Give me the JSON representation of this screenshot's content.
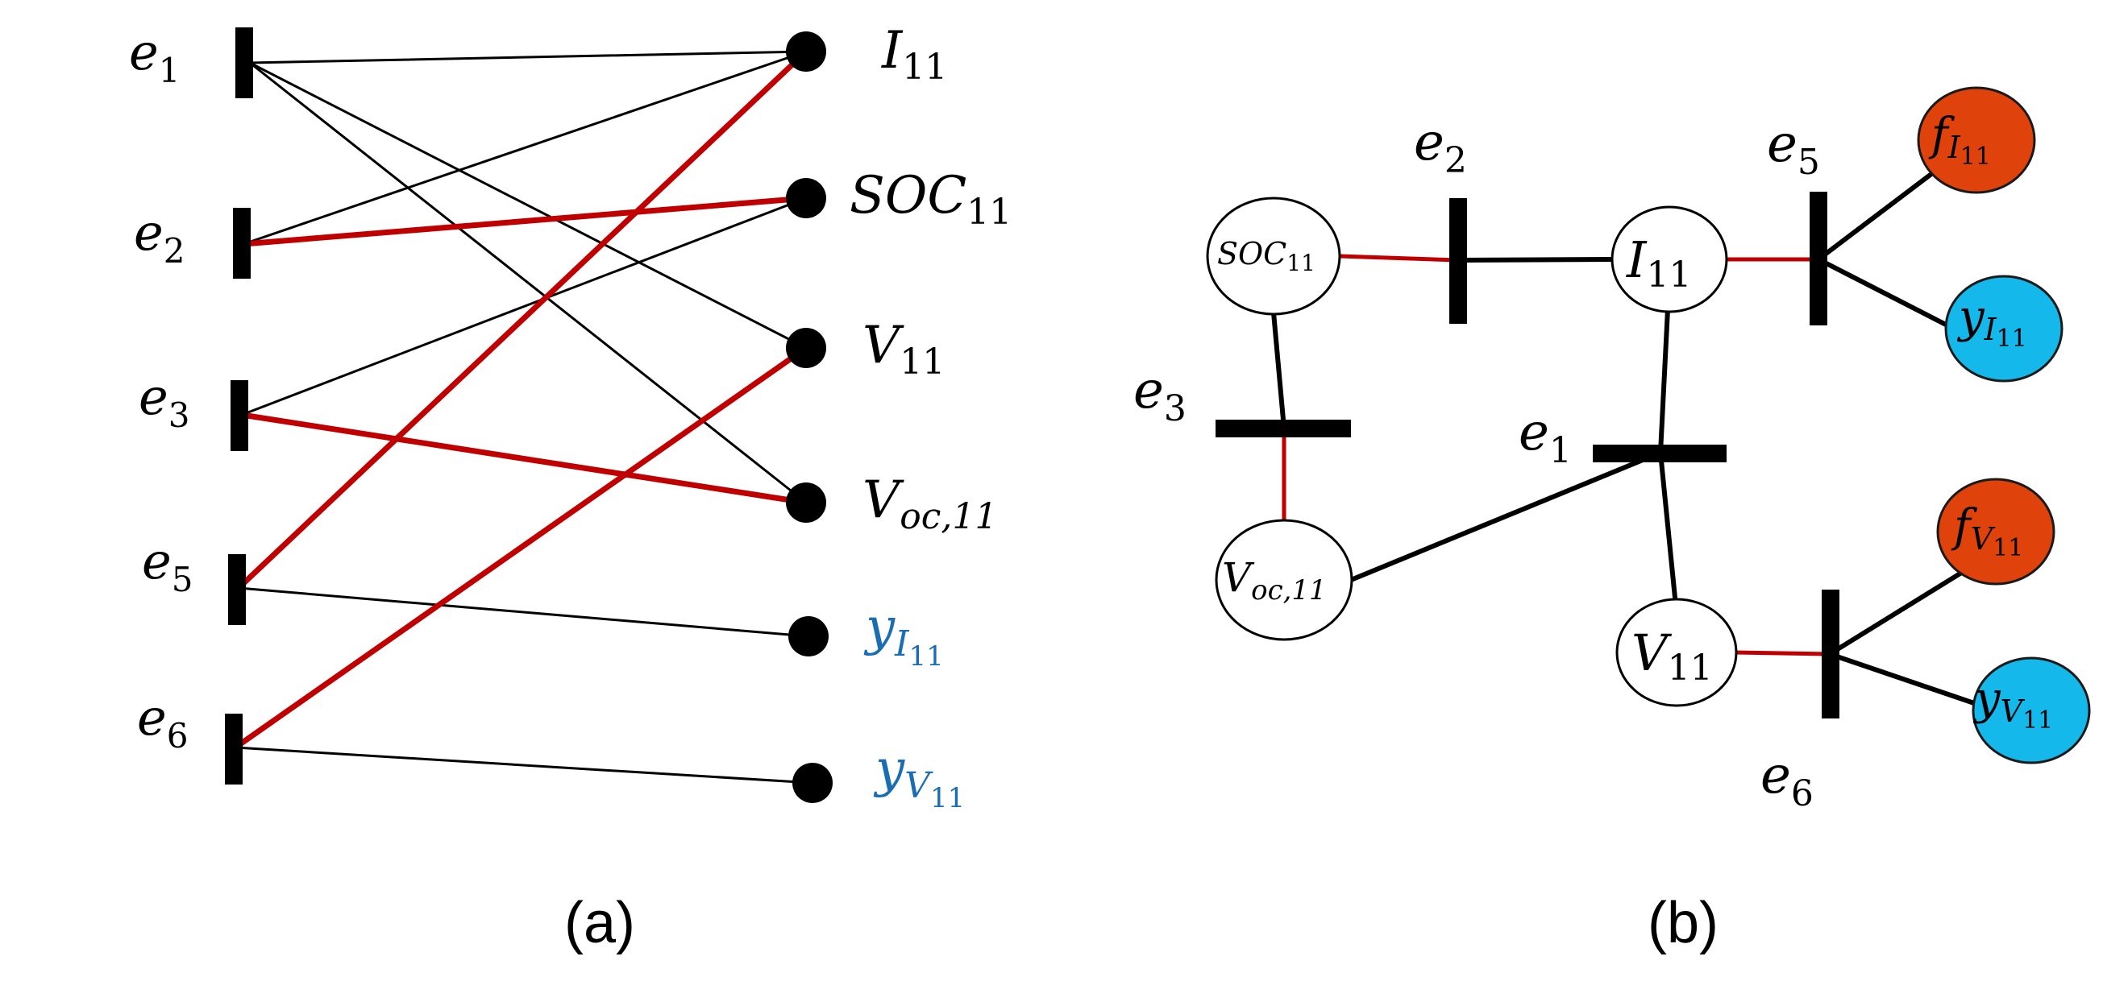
{
  "colors": {
    "black": "#000000",
    "red": "#c00000",
    "blue": "#1a6db3",
    "orange": "#e0420c",
    "cyan": "#14b8ea"
  },
  "captions": {
    "a": "(a)",
    "b": "(b)"
  },
  "left": {
    "equations": [
      {
        "id": "e1",
        "base": "e",
        "sub": "1"
      },
      {
        "id": "e2",
        "base": "e",
        "sub": "2"
      },
      {
        "id": "e3",
        "base": "e",
        "sub": "3"
      },
      {
        "id": "e5",
        "base": "e",
        "sub": "5"
      },
      {
        "id": "e6",
        "base": "e",
        "sub": "6"
      }
    ],
    "variables": [
      {
        "id": "I11",
        "base": "I",
        "sub": "11",
        "kind": "unknown"
      },
      {
        "id": "SOC11",
        "base": "SOC",
        "sub": "11",
        "kind": "unknown"
      },
      {
        "id": "V11",
        "base": "V",
        "sub": "11",
        "kind": "unknown"
      },
      {
        "id": "Voc11",
        "base": "V",
        "sub": "oc,11",
        "kind": "unknown"
      },
      {
        "id": "yI11",
        "base": "y",
        "sub": "I",
        "subsub": "11",
        "kind": "measured"
      },
      {
        "id": "yV11",
        "base": "y",
        "sub": "V",
        "subsub": "11",
        "kind": "measured"
      }
    ],
    "edges": [
      {
        "from": "e1",
        "to": "I11",
        "matched": false
      },
      {
        "from": "e1",
        "to": "V11",
        "matched": false
      },
      {
        "from": "e1",
        "to": "Voc11",
        "matched": false
      },
      {
        "from": "e2",
        "to": "I11",
        "matched": false
      },
      {
        "from": "e2",
        "to": "SOC11",
        "matched": true
      },
      {
        "from": "e3",
        "to": "SOC11",
        "matched": false
      },
      {
        "from": "e3",
        "to": "Voc11",
        "matched": true
      },
      {
        "from": "e5",
        "to": "I11",
        "matched": true
      },
      {
        "from": "e5",
        "to": "yI11",
        "matched": false
      },
      {
        "from": "e6",
        "to": "V11",
        "matched": true
      },
      {
        "from": "e6",
        "to": "yV11",
        "matched": false
      }
    ]
  },
  "right": {
    "nodes": [
      {
        "id": "SOC11",
        "base": "SOC",
        "sub": "11"
      },
      {
        "id": "I11",
        "base": "I",
        "sub": "11"
      },
      {
        "id": "Voc11",
        "base": "V",
        "sub": "oc,11"
      },
      {
        "id": "V11",
        "base": "V",
        "sub": "11"
      }
    ],
    "fault_nodes": [
      {
        "id": "fI11",
        "base": "f",
        "sub": "I",
        "subsub": "11"
      },
      {
        "id": "fV11",
        "base": "f",
        "sub": "V",
        "subsub": "11"
      }
    ],
    "output_nodes": [
      {
        "id": "yI11",
        "base": "y",
        "sub": "I",
        "subsub": "11"
      },
      {
        "id": "yV11",
        "base": "y",
        "sub": "V",
        "subsub": "11"
      }
    ],
    "equations": [
      {
        "id": "e1",
        "base": "e",
        "sub": "1"
      },
      {
        "id": "e2",
        "base": "e",
        "sub": "2"
      },
      {
        "id": "e3",
        "base": "e",
        "sub": "3"
      },
      {
        "id": "e5",
        "base": "e",
        "sub": "5"
      },
      {
        "id": "e6",
        "base": "e",
        "sub": "6"
      }
    ]
  }
}
